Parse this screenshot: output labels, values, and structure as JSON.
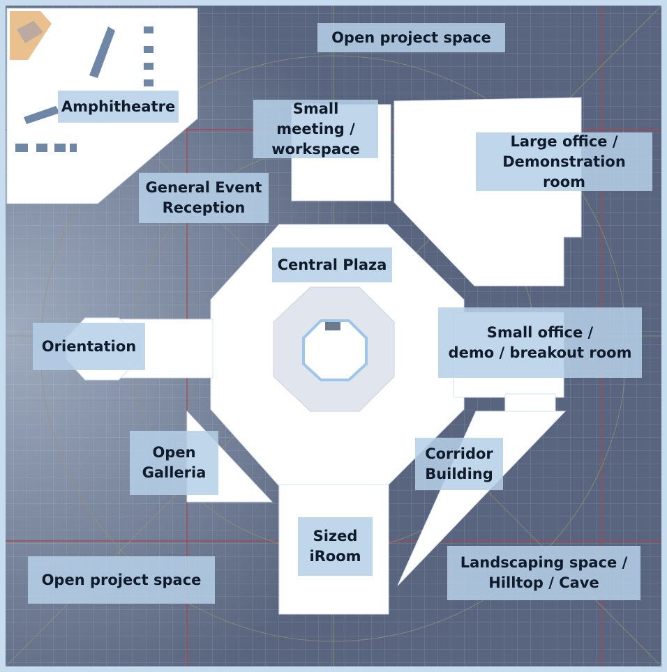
{
  "colors": {
    "frame": "#c8dcef",
    "ground": "#59657e",
    "grid_minor": "#7d8aa3",
    "grid_major": "#a8474f",
    "grid_diag": "#8f9a6e",
    "building": "#ffffff",
    "label_bg": "#b6d0e8",
    "label_text": "#0f1a2a"
  },
  "map": {
    "labels": {
      "open_project_space_top": "Open project space",
      "amphitheatre": "Amphitheatre",
      "small_meeting": "Small meeting /\nworkspace",
      "large_office": "Large office /\nDemonstration room",
      "general_event_reception": "General Event\nReception",
      "central_plaza": "Central Plaza",
      "orientation": "Orientation",
      "small_office": "Small office /\ndemo / breakout room",
      "open_galleria": "Open\nGalleria",
      "corridor_building": "Corridor\nBuilding",
      "sized_iroom": "Sized\niRoom",
      "open_project_space_bottom": "Open project space",
      "landscaping": "Landscaping space /\nHilltop / Cave"
    }
  }
}
